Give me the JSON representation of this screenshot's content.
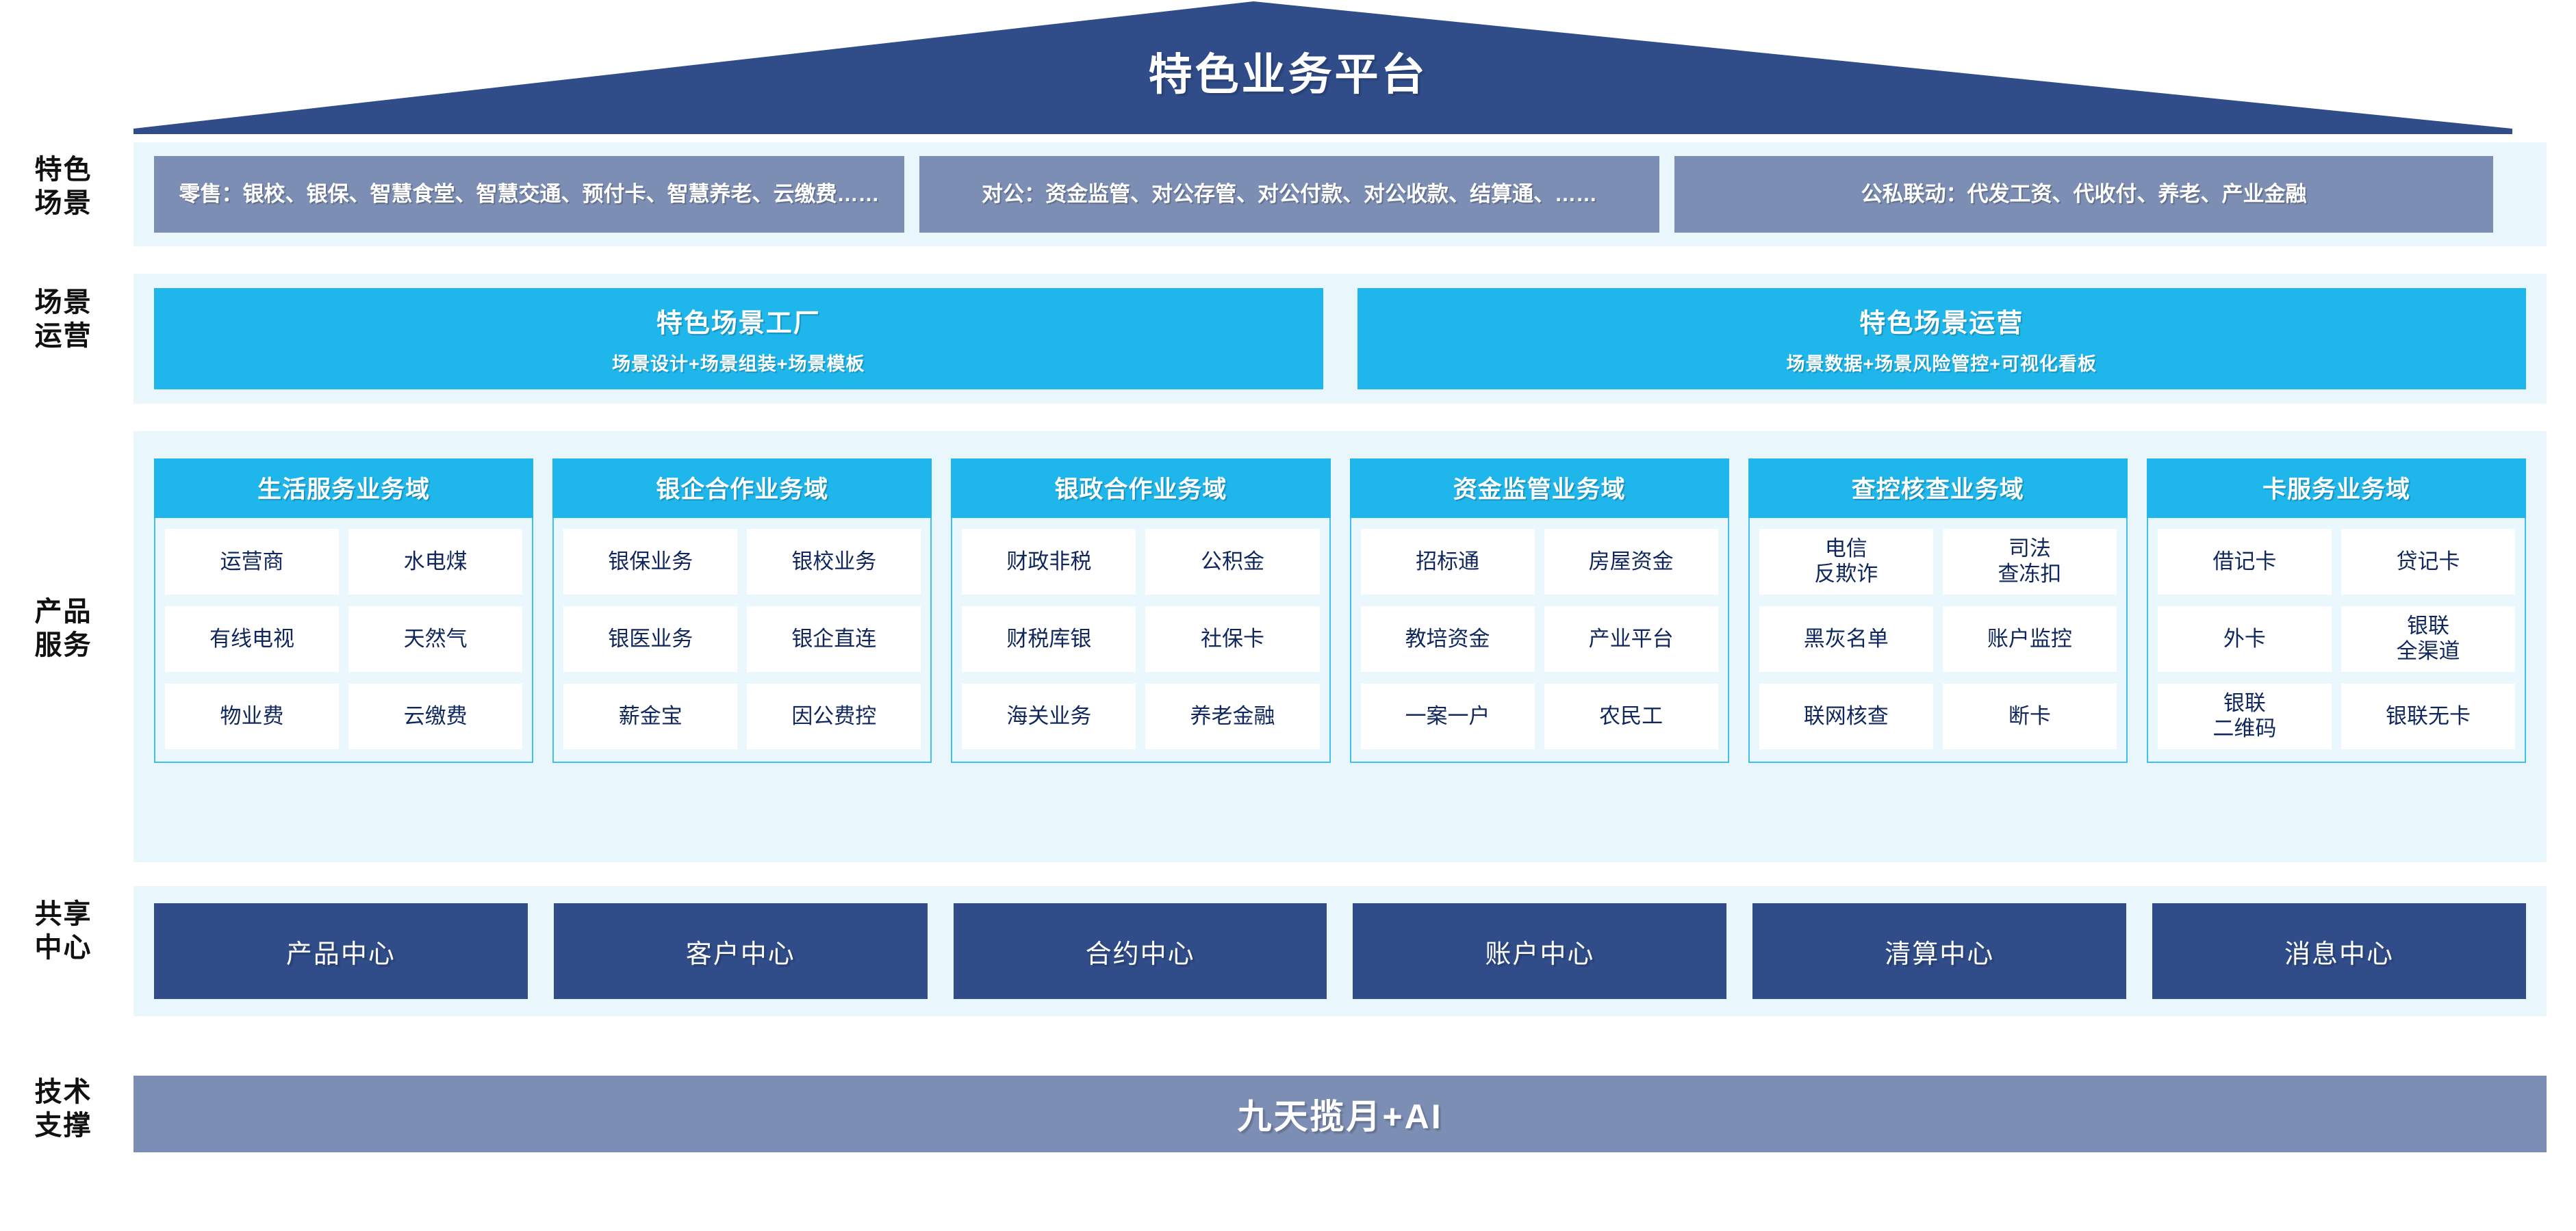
{
  "header": {
    "title": "特色业务平台"
  },
  "rows": {
    "scenes": {
      "label": "特色\n场景",
      "boxes": [
        "零售：银校、银保、智慧食堂、智慧交通、预付卡、智慧养老、云缴费……",
        "对公：资金监管、对公存管、对公付款、对公收款、结算通、……",
        "公私联动：代发工资、代收付、养老、产业金融"
      ]
    },
    "operations": {
      "label": "场景\n运营",
      "boxes": [
        {
          "title": "特色场景工厂",
          "subtitle": "场景设计+场景组装+场景模板"
        },
        {
          "title": "特色场景运营",
          "subtitle": "场景数据+场景风险管控+可视化看板"
        }
      ]
    },
    "products": {
      "label": "产品\n服务",
      "domains": [
        {
          "title": "生活服务业务域",
          "rows": [
            [
              "运营商",
              "水电煤"
            ],
            [
              "有线电视",
              "天然气"
            ],
            [
              "物业费",
              "云缴费"
            ]
          ]
        },
        {
          "title": "银企合作业务域",
          "rows": [
            [
              "银保业务",
              "银校业务"
            ],
            [
              "银医业务",
              "银企直连"
            ],
            [
              "薪金宝",
              "因公费控"
            ]
          ]
        },
        {
          "title": "银政合作业务域",
          "rows": [
            [
              "财政非税",
              "公积金"
            ],
            [
              "财税库银",
              "社保卡"
            ],
            [
              "海关业务",
              "养老金融"
            ]
          ]
        },
        {
          "title": "资金监管业务域",
          "rows": [
            [
              "招标通",
              "房屋资金"
            ],
            [
              "教培资金",
              "产业平台"
            ],
            [
              "一案一户",
              "农民工"
            ]
          ]
        },
        {
          "title": "查控核查业务域",
          "rows": [
            [
              "电信\n反欺诈",
              "司法\n查冻扣"
            ],
            [
              "黑灰名单",
              "账户监控"
            ],
            [
              "联网核查",
              "断卡"
            ]
          ]
        },
        {
          "title": "卡服务业务域",
          "rows": [
            [
              "借记卡",
              "贷记卡"
            ],
            [
              "外卡",
              "银联\n全渠道"
            ],
            [
              "银联\n二维码",
              "银联无卡"
            ]
          ]
        }
      ]
    },
    "shared": {
      "label": "共享\n中心",
      "boxes": [
        "产品中心",
        "客户中心",
        "合约中心",
        "账户中心",
        "清算中心",
        "消息中心"
      ]
    },
    "tech": {
      "label": "技术\n支撑",
      "text": "九天揽月+AI"
    }
  },
  "colors": {
    "roof": "#304d8a",
    "scene_box": "#7d8eb4",
    "cyan": "#1fb6ec",
    "band": "#e9f7fd",
    "center_box": "#304d8a",
    "tech_bar": "#7d8eb4",
    "tile_text": "#10275e"
  }
}
